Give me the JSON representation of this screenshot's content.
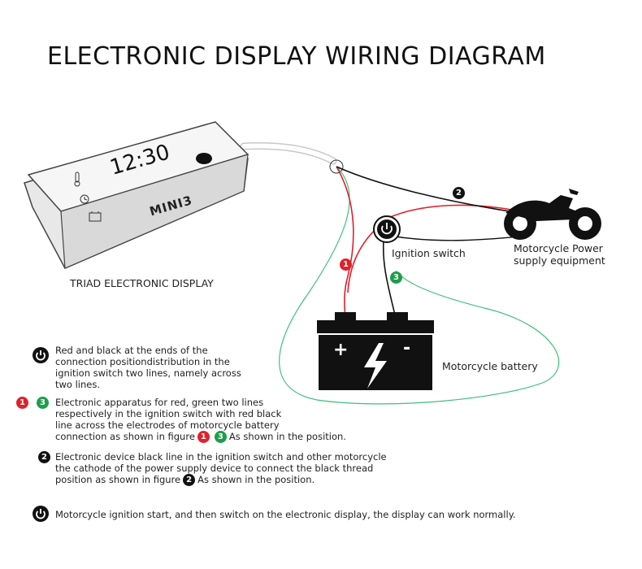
{
  "title": "ELECTRONIC DISPLAY WIRING DIAGRAM",
  "device": {
    "time": "12:30",
    "brand": "MINI3",
    "caption": "TRIAD ELECTRONIC DISPLAY"
  },
  "ignition_switch_label": "Ignition switch",
  "motorcycle_label_line1": "Motorcycle Power",
  "motorcycle_label_line2": "supply equipment",
  "battery_label": "Motorcycle battery",
  "battery_plus": "+",
  "battery_minus": "-",
  "markers": {
    "one": "1",
    "two": "2",
    "three": "3"
  },
  "notes": {
    "n1": [
      "Red and black at the ends of the",
      "connection positiondistribution in the",
      "ignition switch two lines, namely across",
      "two lines."
    ],
    "n2": [
      "Electronic apparatus for red, green two lines",
      "respectively in the ignition switch with red black",
      "line across the electrodes of motorcycle battery"
    ],
    "n2_last_a": "connection as shown in figure",
    "n2_last_b": "As shown in the position.",
    "n3": [
      "Electronic device black line in the ignition switch and other motorcycle",
      "the cathode of the power supply device to connect the black thread"
    ],
    "n3_last_a": "position as shown in figure",
    "n3_last_b": "As shown in the position.",
    "n4": "Motorcycle ignition start, and then switch on the electronic display, the display can work normally."
  },
  "colors": {
    "red_wire": "#e0212b",
    "green_wire": "#3fbf7f",
    "black_wire": "#111111",
    "grey_cable": "#9a9a9a"
  }
}
